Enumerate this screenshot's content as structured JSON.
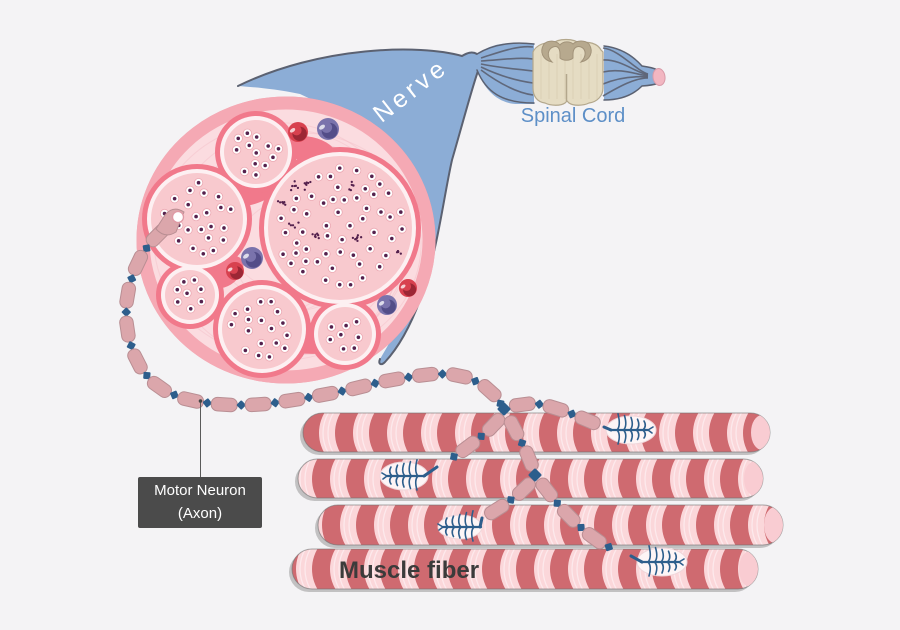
{
  "title": "Motor neuron pathway from spinal cord to muscle fiber",
  "background_color": "#f4f3f5",
  "labels": {
    "nerve": "Nerve",
    "spinal_cord": "Spinal Cord",
    "motor_neuron": [
      "Motor Neuron",
      "(Axon)"
    ],
    "muscle_fiber": "Muscle fiber"
  },
  "structures": [
    "spinal-cord",
    "nerve-rootlets",
    "nerve-sheath",
    "nerve-cross-section",
    "fascicle",
    "myelinated-axon",
    "blood-vessel-artery",
    "blood-vessel-vein",
    "motor-axon-myelin-chain",
    "node-of-ranvier",
    "neuromuscular-junction",
    "muscle-fiber"
  ],
  "colors": {
    "background": "#f4f3f5",
    "sheath_blue": "#8cadd6",
    "sheath_outline": "#5b6171",
    "cord_body": "#e5dcc3",
    "cord_outline": "#b3a78c",
    "cord_rib": "#d5c9ac",
    "gray_matter": "#b7a98e",
    "gray_matter_outline": "#a2937a",
    "stump_tip_pink": "#f2b6c1",
    "rootlet_line": "#5b6171",
    "ring_pink": "#f5a9b4",
    "ring_edge": "#eb9aa7",
    "nerve_interior": "#fbdce0",
    "interior_texture": "#f3bac2",
    "dark_patch": "#f1798b",
    "fascicle_rim": "#fdf0f2",
    "fascicle_fill": "#f8c9ce",
    "axon_circle": "#ffffff",
    "axon_circle_stroke": "#eba8b2",
    "axon_dot": "#54214d",
    "artery_red": "#d8414f",
    "artery_dark": "#9c2735",
    "vein_purple": "#7a73ac",
    "vein_dark": "#534d88",
    "myelin_fill": "#dba6ab",
    "myelin_stroke": "#b98e93",
    "node_blue": "#2d5e8c",
    "fiber_dark": "#cf6a70",
    "fiber_light": "#fbd7da",
    "fiber_arc": "#fde9ec",
    "fiber_endcap": "#f9ccd2",
    "fiber_outline": "#6f6f6f",
    "fiber_shadow": "#909090",
    "junction_oval": "#fdf5f6",
    "junction_oval_edge": "#f0d6da",
    "label_box_bg": "#4b4b4b",
    "label_box_text": "#ffffff",
    "spinal_text": "#5d8fc7",
    "muscle_text": "#3b3b3b",
    "pointer_line": "#5a5a5a"
  }
}
